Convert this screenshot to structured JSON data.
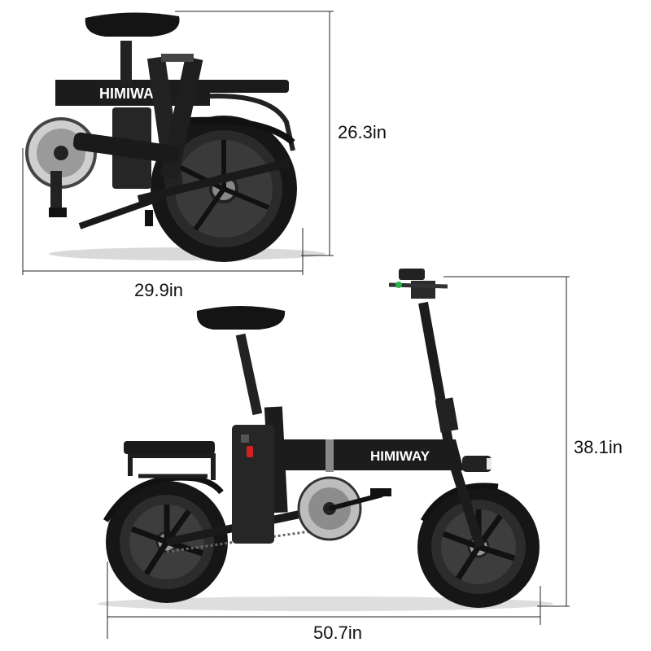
{
  "dimensions": {
    "folded_height": "26.3in",
    "folded_length": "29.9in",
    "unfolded_height": "38.1in",
    "unfolded_length": "50.7in"
  },
  "brand": {
    "name": "HIMIWAY",
    "name_partial": "HIMIWA"
  },
  "colors": {
    "frame": "#1c1c1c",
    "tire": "#161616",
    "rim": "#3a3a3a",
    "accent_red": "#d21f1f",
    "dimension_line": "#222222"
  }
}
